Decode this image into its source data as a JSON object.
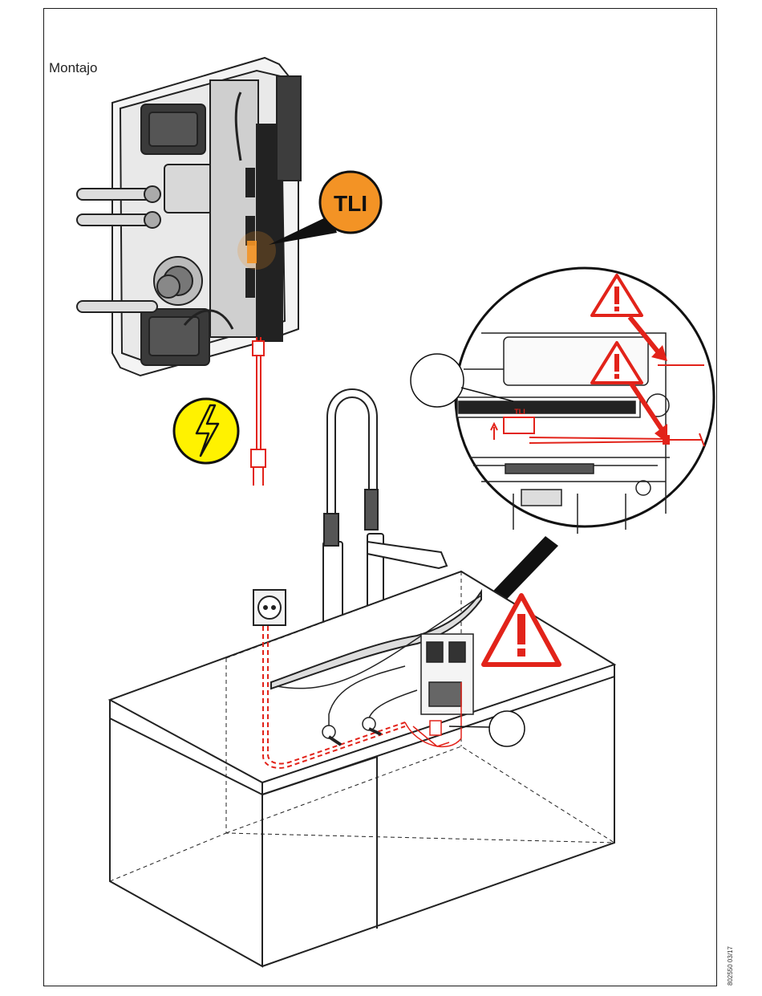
{
  "section_title": "Montajo",
  "doc_code": "802550 03/17",
  "callout_tli_label": "TLI",
  "tli_small_label": "TLI",
  "colors": {
    "frame": "#1a1a1a",
    "tli_badge": "#f39325",
    "warning_red": "#e2231a",
    "electric_yellow": "#fff200",
    "line": "#222222"
  },
  "icons": [
    "electric-hazard-icon",
    "warning-triangle-icon",
    "tli-badge-icon"
  ]
}
